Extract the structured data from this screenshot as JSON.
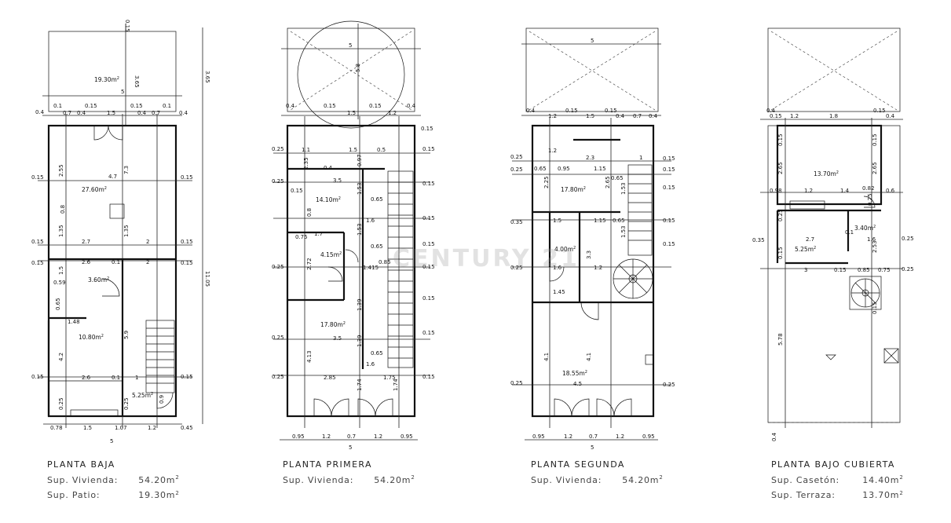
{
  "watermark": "CENTURY 21",
  "plans": [
    {
      "id": "planta-baja",
      "title": "PLANTA BAJA",
      "rows": [
        {
          "label": "Sup. Vivienda:",
          "value": "54.20",
          "unit": "m",
          "exp": "2"
        },
        {
          "label": "Sup. Patio:",
          "value": "19.30",
          "unit": "m",
          "exp": "2"
        }
      ],
      "areas": [
        "19.30m²",
        "27.60m²",
        "3.60m²",
        "10.80m²",
        "5.25m²"
      ],
      "dims": [
        "0.15",
        "3.65",
        "5",
        "0.4",
        "0.1",
        "0.7",
        "0.4",
        "0.15",
        "1.5",
        "0.15",
        "0.4",
        "0.7",
        "0.1",
        "0.4",
        "2.55",
        "4.7",
        "7.3",
        "0.15",
        "0.8",
        "0.15",
        "2.7",
        "1.35",
        "2",
        "0.15",
        "2.6",
        "0.1",
        "2",
        "0.15",
        "1.5",
        "0.59",
        "0.65",
        "1.48",
        "5.9",
        "4.2",
        "2.6",
        "0.1",
        "1",
        "0.15",
        "0.25",
        "0.25",
        "0.9",
        "0.78",
        "1.5",
        "1.07",
        "1.2",
        "0.45",
        "5",
        "11.05"
      ]
    },
    {
      "id": "planta-primera",
      "title": "PLANTA PRIMERA",
      "rows": [
        {
          "label": "Sup. Vivienda:",
          "value": "54.20",
          "unit": "m",
          "exp": "2"
        }
      ],
      "areas": [
        "14.10m²",
        "4.15m²",
        "17.80m²"
      ],
      "dims": [
        "5",
        "5.8",
        "0.4",
        "0.15",
        "1.5",
        "0.15",
        "0.4",
        "0.15",
        "0.25",
        "1.1",
        "1.5",
        "0.5",
        "0.15",
        "0.25",
        "2.35",
        "0.4",
        "0.97",
        "0.1",
        "0.25",
        "3.5",
        "0.15",
        "1.53",
        "0.65",
        "0.15",
        "0.8",
        "1.6",
        "0.15",
        "0.75",
        "1.7",
        "0.15",
        "2.72",
        "1.53",
        "0.65",
        "0.25",
        "0.85",
        "1.415",
        "0.15",
        "1.39",
        "0.1",
        "0.25",
        "3.5",
        "1.39",
        "0.65",
        "4.13",
        "1.6",
        "0.15",
        "0.25",
        "2.85",
        "1.74",
        "1.75",
        "0.15",
        "1.74",
        "0.95",
        "1.2",
        "0.7",
        "1.2",
        "0.95",
        "5"
      ]
    },
    {
      "id": "planta-segunda",
      "title": "PLANTA SEGUNDA",
      "rows": [
        {
          "label": "Sup. Vivienda:",
          "value": "54.20",
          "unit": "m",
          "exp": "2"
        }
      ],
      "areas": [
        "17.80m²",
        "4.00m²",
        "18.55m²"
      ],
      "dims": [
        "5",
        "0.4",
        "0.15",
        "1.2",
        "1.5",
        "0.15",
        "0.4",
        "0.7",
        "0.4",
        "0.65",
        "2.3",
        "0.25",
        "0.65",
        "0.95",
        "1.15",
        "0.15",
        "0.25",
        "2.25",
        "2.65",
        "1.53",
        "0.15",
        "0.35",
        "1.5",
        "1.15",
        "0.65",
        "0.15",
        "3.3",
        "1.53",
        "0.25",
        "1.6",
        "1.2",
        "1.45",
        "4.1",
        "4.1",
        "0.25",
        "4.5",
        "0.25",
        "0.95",
        "1.2",
        "0.7",
        "1.2",
        "0.95",
        "5"
      ]
    },
    {
      "id": "planta-bajo-cubierta",
      "title": "PLANTA BAJO CUBIERTA",
      "rows": [
        {
          "label": "Sup. Casetón:",
          "value": "14.40",
          "unit": "m",
          "exp": "2"
        },
        {
          "label": "Sup. Terraza:",
          "value": "13.70",
          "unit": "m",
          "exp": "2"
        }
      ],
      "areas": [
        "13.70m²",
        "3.40m²",
        "5.25m²"
      ],
      "dims": [
        "0.4",
        "0.15",
        "1.2",
        "1.8",
        "0.15",
        "0.4",
        "0.15",
        "2.65",
        "2.65",
        "0.98",
        "1.2",
        "1.4",
        "0.82",
        "0.6",
        "0.25",
        "0.35",
        "2.7",
        "1.6",
        "0.25",
        "0.15",
        "2.53",
        "3",
        "0.15",
        "0.85",
        "0.75",
        "0.25",
        "0.15",
        "5.78",
        "0.4"
      ]
    }
  ]
}
